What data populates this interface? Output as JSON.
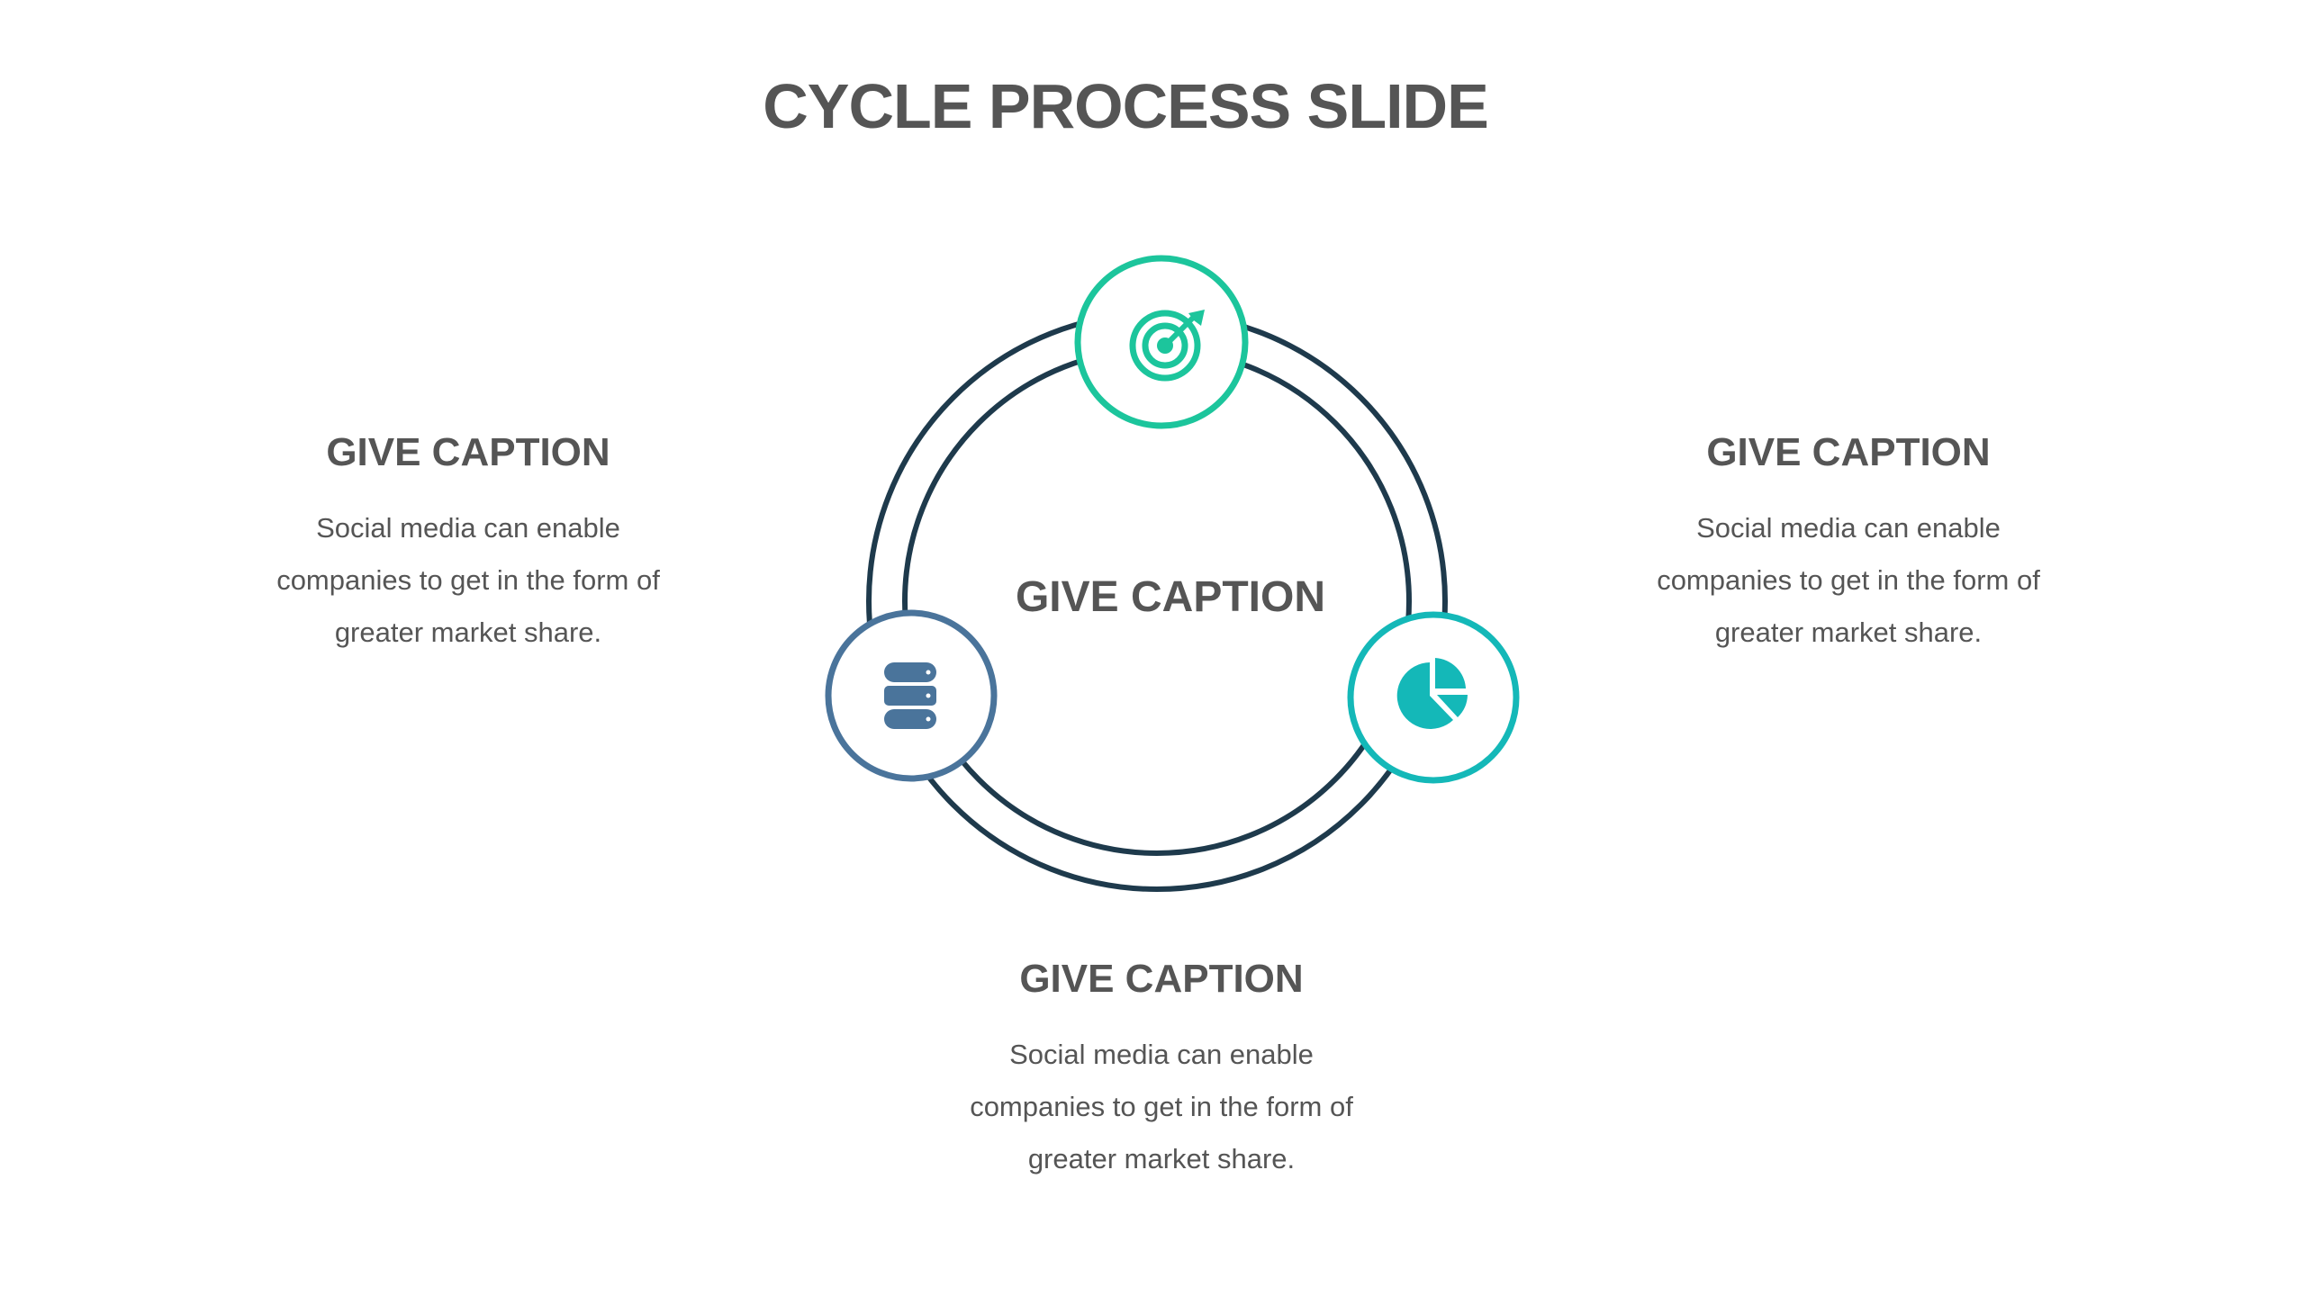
{
  "slide": {
    "title": "CYCLE PROCESS SLIDE"
  },
  "diagram": {
    "center_caption": "GIVE CAPTION",
    "nodes": [
      {
        "name": "target",
        "icon": "target-icon",
        "color": "#1cc59c"
      },
      {
        "name": "database",
        "icon": "database-icon",
        "color": "#4a749b"
      },
      {
        "name": "pie-chart",
        "icon": "pie-chart-icon",
        "color": "#14b8b8"
      }
    ],
    "ring_color": "#1e3a4c"
  },
  "captions": {
    "left": {
      "title": "GIVE CAPTION",
      "lines": [
        "Social media can enable",
        "companies to get in the form of",
        "greater market share."
      ]
    },
    "right": {
      "title": "GIVE CAPTION",
      "lines": [
        "Social media can enable",
        "companies to get in the form of",
        "greater market share."
      ]
    },
    "bottom": {
      "title": "GIVE CAPTION",
      "lines": [
        "Social media can enable",
        "companies to get in the form of",
        "greater market share."
      ]
    }
  }
}
